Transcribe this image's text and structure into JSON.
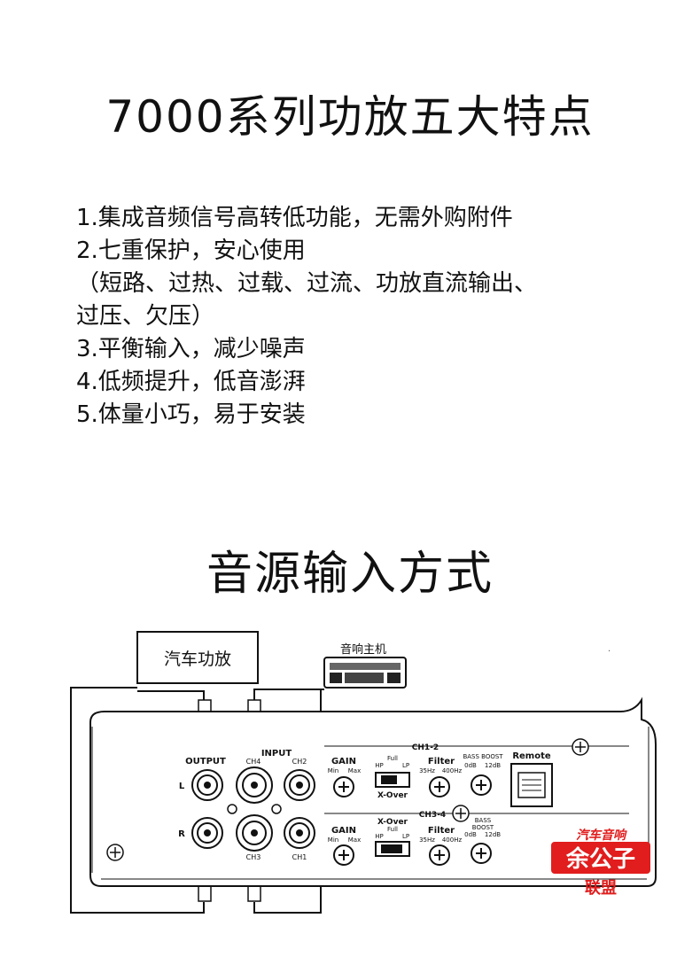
{
  "title": "7000系列功放五大特点",
  "features": [
    "1.集成音频信号高转低功能，无需外购附件",
    "2.七重保护，安心使用",
    "（短路、过热、过载、过流、功放直流输出、",
    "过压、欠压）",
    "3.平衡输入，减少噪声",
    "4.低频提升，低音澎湃",
    "5.体量小巧，易于安装"
  ],
  "section_title": "音源输入方式",
  "diagram": {
    "car_amp_box": "汽车功放",
    "head_unit_label": "音响主机",
    "output_label": "OUTPUT",
    "input_label": "INPUT",
    "ch4": "CH4",
    "ch2": "CH2",
    "ch3": "CH3",
    "ch1": "CH1",
    "left": "L",
    "right": "R",
    "gain": "GAIN",
    "min": "Min",
    "max": "Max",
    "hp": "HP",
    "full": "Full",
    "lp": "LP",
    "xover": "X-Over",
    "filter": "Filter",
    "hz35": "35Hz",
    "hz400": "400Hz",
    "bass_boost": "BASS BOOST",
    "bass": "BASS",
    "boost": "BOOST",
    "db0": "0dB",
    "db12": "12dB",
    "remote": "Remote",
    "ch12": "CH1-2",
    "ch34": "CH3-4"
  },
  "watermark": {
    "top": "汽车音响",
    "middle": "余公子",
    "bottom": "联盟",
    "color": "#e11d1d"
  }
}
